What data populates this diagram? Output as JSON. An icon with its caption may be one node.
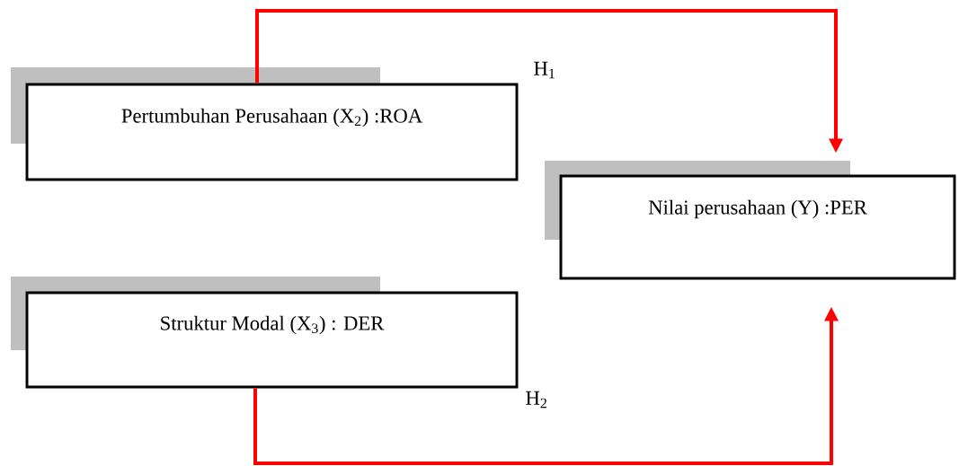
{
  "diagram": {
    "nodes": [
      {
        "text": [
          "Pertumbuhan Perusahaan (X$_{2}$) :ROA"
        ]
      },
      {
        "text": [
          "Nilai perusahaan (Y) :PER"
        ]
      },
      {
        "text": [
          "Struktur Modal (X$_{3}$) : DER"
        ]
      }
    ],
    "edges": [
      {
        "from": 0,
        "to": 1,
        "arrow": "to"
      },
      {
        "from": 2,
        "to": 1,
        "arrow": "to"
      }
    ],
    "labels": [
      "H$_{1}$",
      "H$_{2}$"
    ]
  }
}
